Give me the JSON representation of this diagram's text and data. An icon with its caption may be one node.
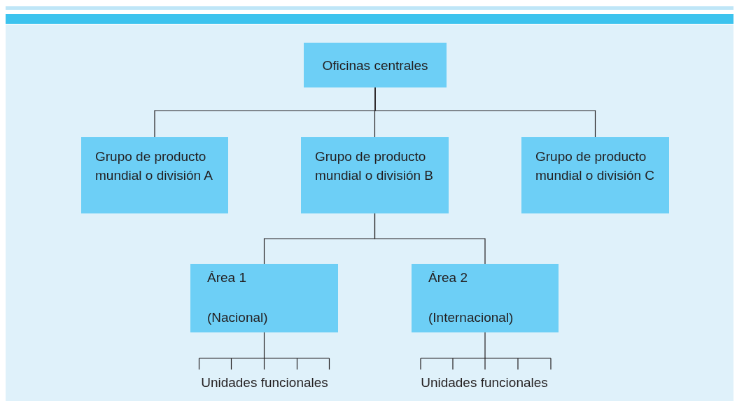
{
  "diagram": {
    "nodes": [
      {
        "text": [
          "Oficinas centrales"
        ]
      },
      {
        "text": [
          "Grupo de producto mundial o división A"
        ]
      },
      {
        "text": [
          "Grupo de producto mundial o división B"
        ]
      },
      {
        "text": [
          "Grupo de producto mundial o división C"
        ]
      },
      {
        "text": [
          "Área 1",
          "(Nacional)"
        ]
      },
      {
        "text": [
          "Área 2",
          "(Internacional)"
        ]
      },
      {
        "text": [
          "Unidades funcionales"
        ]
      },
      {
        "text": [
          "Unidades funcionales"
        ]
      }
    ],
    "edges": [
      {
        "from": 0,
        "to": 1,
        "arrow": "none"
      },
      {
        "from": 0,
        "to": 2,
        "arrow": "none"
      },
      {
        "from": 0,
        "to": 3,
        "arrow": "none"
      },
      {
        "from": 2,
        "to": 4,
        "arrow": "none"
      },
      {
        "from": 2,
        "to": 5,
        "arrow": "none"
      },
      {
        "from": 4,
        "to": 6,
        "arrow": "none"
      },
      {
        "from": 5,
        "to": 7,
        "arrow": "none"
      }
    ]
  }
}
